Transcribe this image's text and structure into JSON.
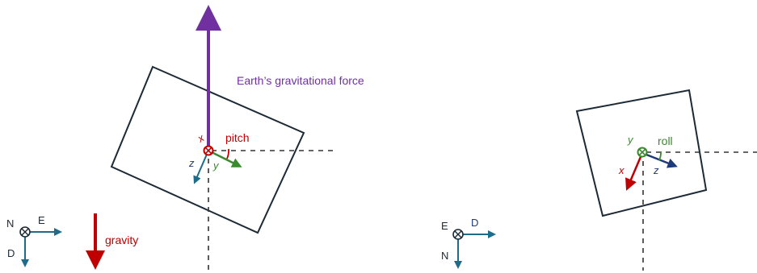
{
  "colors": {
    "purple": "#7030a0",
    "red": "#c00000",
    "green": "#3a8a2e",
    "teal": "#1f6b8a",
    "navy": "#1f3a78",
    "frame": "#1c2a36",
    "dash": "#333333"
  },
  "left_panel": {
    "force_label": "Earth’s gravitational force",
    "gravity_label": "gravity",
    "pitch_label": "pitch",
    "axis_x": "x",
    "axis_y": "y",
    "axis_z": "z",
    "ref_frame": {
      "into": "N",
      "right": "E",
      "down": "D"
    }
  },
  "right_panel": {
    "roll_label": "roll",
    "axis_x": "x",
    "axis_y": "y",
    "axis_z": "z",
    "ref_frame": {
      "into": "E",
      "right": "D",
      "down": "N"
    }
  }
}
